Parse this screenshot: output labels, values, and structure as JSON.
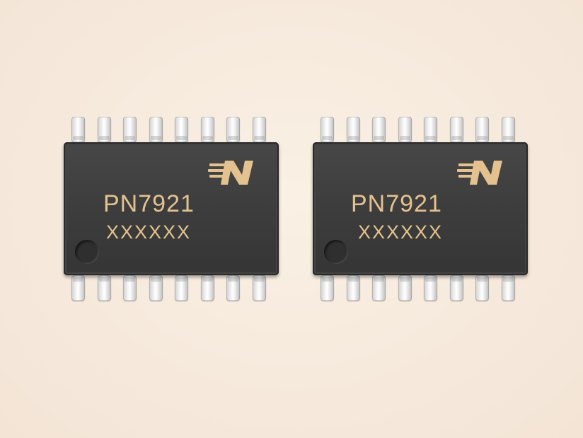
{
  "background_color": "#f7ebde",
  "marking_color": "#e4c28f",
  "chips": [
    {
      "part_number": "PN7921",
      "lot_code": "XXXXXX",
      "logo_icon": "n-stripes-logo"
    },
    {
      "part_number": "PN7921",
      "lot_code": "XXXXXX",
      "logo_icon": "n-stripes-logo"
    }
  ]
}
